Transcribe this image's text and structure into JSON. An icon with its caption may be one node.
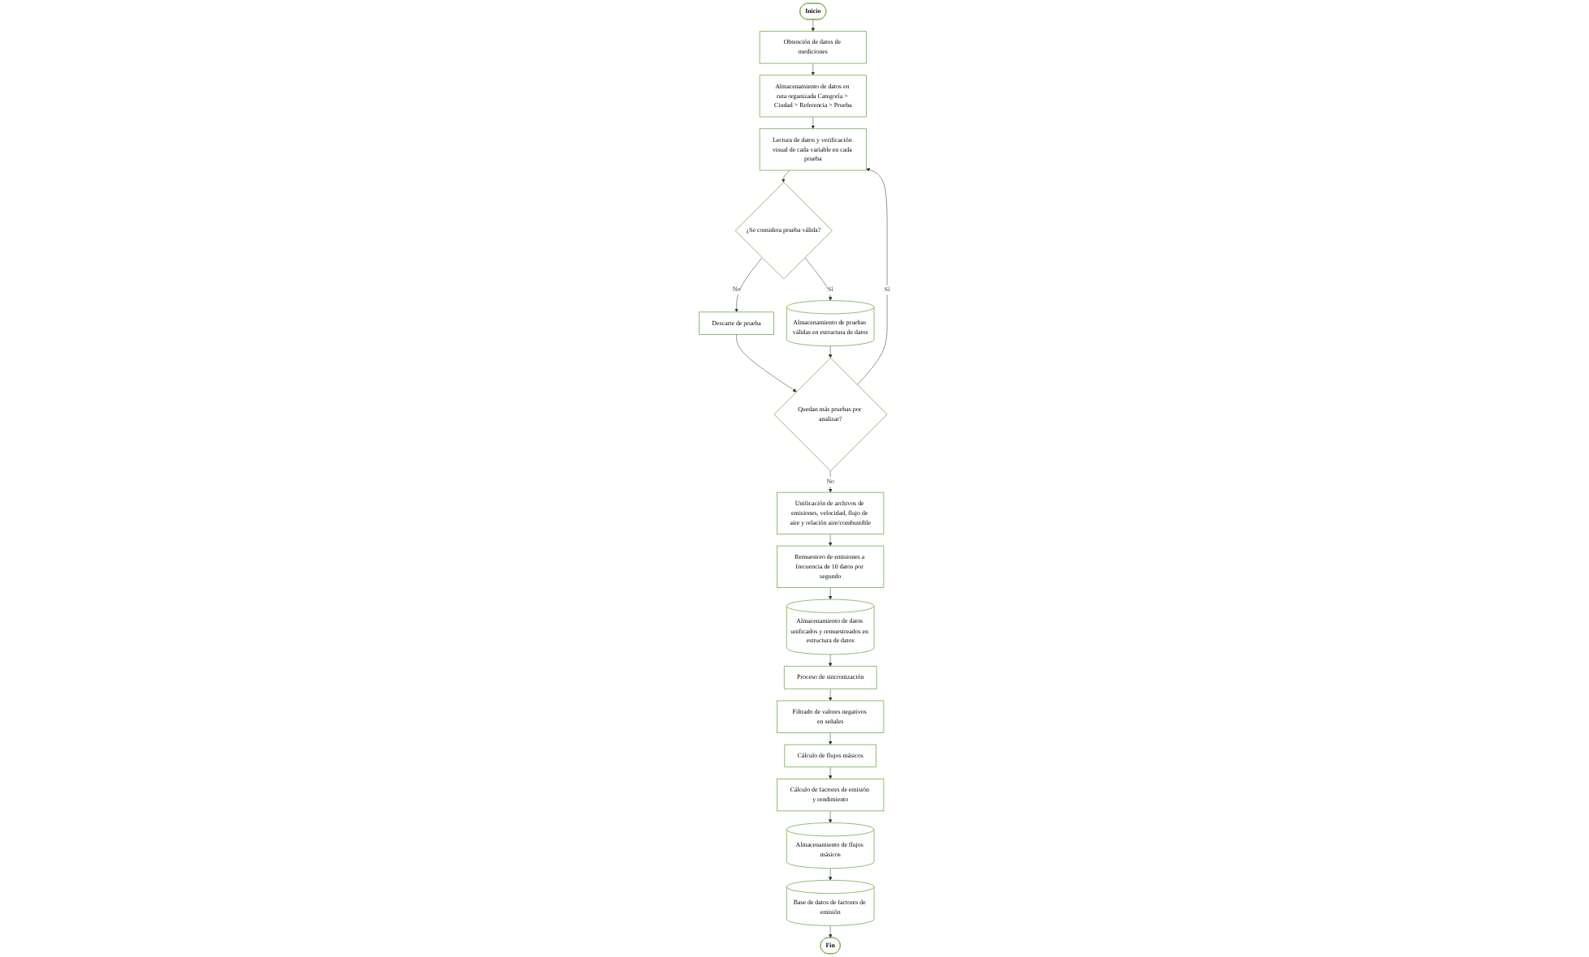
{
  "diagram": {
    "nodes": [
      {
        "text": [
          "Inicio"
        ]
      },
      {
        "text": [
          "Obtención de datos de mediciones"
        ]
      },
      {
        "text": [
          "Almacenamiento de datos en ruta organizada Categoría > Ciudad > Referencia > Prueba"
        ]
      },
      {
        "text": [
          "Lectura de datos y verificación visual de cada variable en cada prueba"
        ]
      },
      {
        "text": [
          "¿Se considera prueba válida?"
        ]
      },
      {
        "text": [
          "Descarte de prueba"
        ]
      },
      {
        "text": [
          "Almacenamiento de pruebas válidas en estructura de datos"
        ]
      },
      {
        "text": [
          "Quedan más pruebas por analizar?"
        ]
      },
      {
        "text": [
          "Unificación de archivos de emisiones, velocidad, flujo de aire y relación aire/combustible"
        ]
      },
      {
        "text": [
          "Remuestreo de emisiones a frecuencia de 10 datos por segundo"
        ]
      },
      {
        "text": [
          "Almacenamiento de datos unificados y remuestreados en estructura de datos"
        ]
      },
      {
        "text": [
          "Proceso de sincronización"
        ]
      },
      {
        "text": [
          "Filtrado de valores negativos en señales"
        ]
      },
      {
        "text": [
          "Cálculo de flujos másicos"
        ]
      },
      {
        "text": [
          "Cálculo de factores de emisión y rendimiento"
        ]
      },
      {
        "text": [
          "Almacenamiento de flujos másicos"
        ]
      },
      {
        "text": [
          "Base de datos de factores de emisión"
        ]
      },
      {
        "text": [
          "Fin"
        ]
      }
    ],
    "edges": [
      {
        "from": 0,
        "to": 1,
        "arrow": "to"
      },
      {
        "from": 1,
        "to": 2,
        "arrow": "to"
      },
      {
        "from": 2,
        "to": 3,
        "arrow": "to"
      },
      {
        "from": 3,
        "to": 4,
        "arrow": "to"
      },
      {
        "from": 4,
        "to": 5,
        "label": "No",
        "arrow": "to"
      },
      {
        "from": 4,
        "to": 6,
        "label": "Sí",
        "arrow": "to"
      },
      {
        "from": 5,
        "to": 7,
        "arrow": "to"
      },
      {
        "from": 6,
        "to": 7,
        "arrow": "to"
      },
      {
        "from": 7,
        "to": 3,
        "label": "Sí",
        "arrow": "to"
      },
      {
        "from": 7,
        "to": 8,
        "label": "No",
        "arrow": "to"
      },
      {
        "from": 8,
        "to": 9,
        "arrow": "to"
      },
      {
        "from": 9,
        "to": 10,
        "arrow": "to"
      },
      {
        "from": 10,
        "to": 11,
        "arrow": "to"
      },
      {
        "from": 11,
        "to": 12,
        "arrow": "to"
      },
      {
        "from": 12,
        "to": 13,
        "arrow": "to"
      },
      {
        "from": 13,
        "to": 14,
        "arrow": "to"
      },
      {
        "from": 14,
        "to": 15,
        "arrow": "to"
      },
      {
        "from": 15,
        "to": 16,
        "arrow": "to"
      },
      {
        "from": 16,
        "to": 17,
        "arrow": "to"
      }
    ]
  }
}
